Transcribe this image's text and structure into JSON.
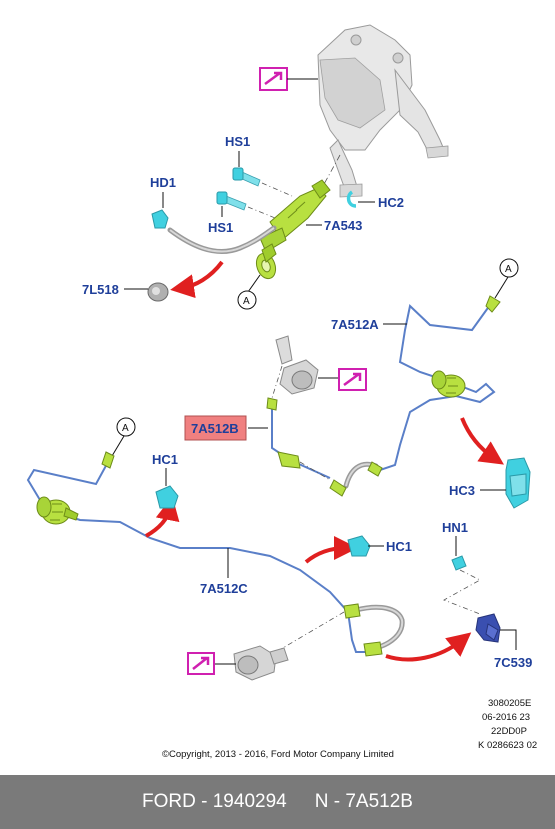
{
  "labels": {
    "hs1_top": "HS1",
    "hd1": "HD1",
    "hs1_bottom": "HS1",
    "hc2": "HC2",
    "p7a543": "7A543",
    "p7l518": "7L518",
    "a_top": "A",
    "a_right": "A",
    "a_left": "A",
    "p7a512a": "7A512A",
    "p7a512b": "7A512B",
    "hc1_left": "HC1",
    "hc1_mid": "HC1",
    "hc3": "HC3",
    "p7a512c": "7A512C",
    "hn1": "HN1",
    "p7c539": "7C539"
  },
  "meta": {
    "line1": "3080205E",
    "line2": "06-2016 23",
    "line3": "22DD0P",
    "line4": "K 0286623 02"
  },
  "copyright": "©Copyright, 2013 - 2016, Ford Motor Company Limited",
  "footer": {
    "left": "FORD - 1940294",
    "right": "N - 7A512B"
  },
  "colors": {
    "label_blue": "#1f3f9a",
    "part_green": "#b8e040",
    "part_cyan": "#40d0e0",
    "pipe_blue": "#5a7fc8",
    "arrow_red": "#e02020",
    "callout_magenta": "#d020b0",
    "highlight_red": "#f08080",
    "footer_gray": "#7a7a7a"
  }
}
